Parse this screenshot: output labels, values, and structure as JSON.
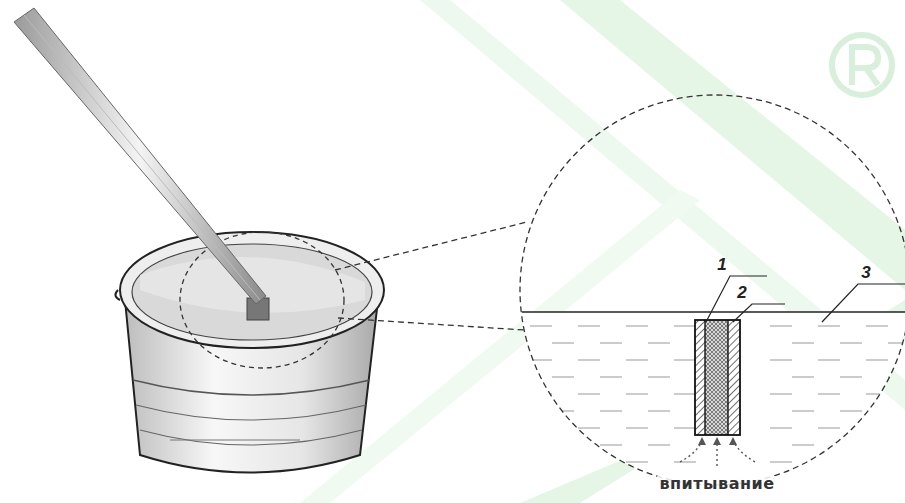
{
  "diagram": {
    "labels": [
      "1",
      "2",
      "3",
      "впитывание"
    ]
  }
}
